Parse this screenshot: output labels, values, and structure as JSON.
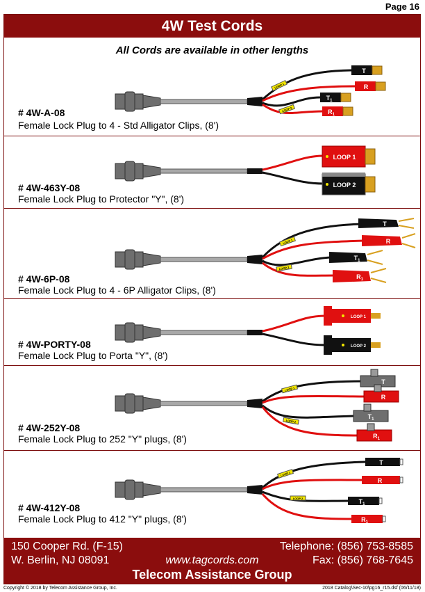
{
  "page_number": "Page 16",
  "title": "4W Test Cords",
  "subtitle": "All Cords are available in other lengths",
  "products": [
    {
      "part": "# 4W-A-08",
      "description": "Female Lock Plug to 4 - Std Alligator Clips, (8')",
      "labels": {
        "t": "T",
        "r": "R",
        "t1": "T",
        "t1sub": "1",
        "r1": "R",
        "r1sub": "1",
        "loop1": "LOOP 1",
        "loop2": "LOOP 2"
      }
    },
    {
      "part": "# 4W-463Y-08",
      "description": "Female Lock Plug to Protector \"Y\", (8')",
      "labels": {
        "loop1": "LOOP 1",
        "loop2": "LOOP 2"
      }
    },
    {
      "part": "# 4W-6P-08",
      "description": "Female Lock Plug to 4 - 6P Alligator Clips, (8')",
      "labels": {
        "t": "T",
        "r": "R",
        "t1": "T",
        "t1sub": "1",
        "r1": "R",
        "r1sub": "1",
        "loop1": "LOOP 1",
        "loop2": "LOOP 2"
      }
    },
    {
      "part": "# 4W-PORTY-08",
      "description": "Female Lock Plug to Porta \"Y\", (8')",
      "labels": {
        "loop1": "LOOP 1",
        "loop2": "LOOP 2"
      }
    },
    {
      "part": "# 4W-252Y-08",
      "description": "Female Lock Plug to 252 \"Y\" plugs, (8')",
      "labels": {
        "t": "T",
        "r": "R",
        "t1": "T",
        "t1sub": "1",
        "r1": "R",
        "r1sub": "1",
        "loop1": "LOOP 1",
        "loop2": "LOOP 2"
      }
    },
    {
      "part": "# 4W-412Y-08",
      "description": "Female Lock Plug to 412 \"Y\" plugs, (8')",
      "labels": {
        "t": "T",
        "r": "R",
        "t1": "T",
        "t1sub": "1",
        "r1": "R",
        "r1sub": "1",
        "loop1": "LOOP 1",
        "loop2": "LOOP 2"
      }
    }
  ],
  "footer": {
    "address1": "150 Cooper Rd. (F-15)",
    "address2": "W. Berlin, NJ  08091",
    "website": "www.tagcords.com",
    "phone": "Telephone: (856) 753-8585",
    "fax": "Fax: (856) 768-7645",
    "company": "Telecom Assistance Group"
  },
  "copyright": "Copyright © 2018 by Telecom Assistance Group, Inc.",
  "catalog_ref": "2018 Catalog\\Sec-10\\pg16_r15.dsf (06/11/18)",
  "colors": {
    "brand": "#8b0d0d",
    "red_wire": "#e01010",
    "black_wire": "#111111",
    "yellow_tag": "#f2e600",
    "gray_plug": "#6e6e6e"
  }
}
